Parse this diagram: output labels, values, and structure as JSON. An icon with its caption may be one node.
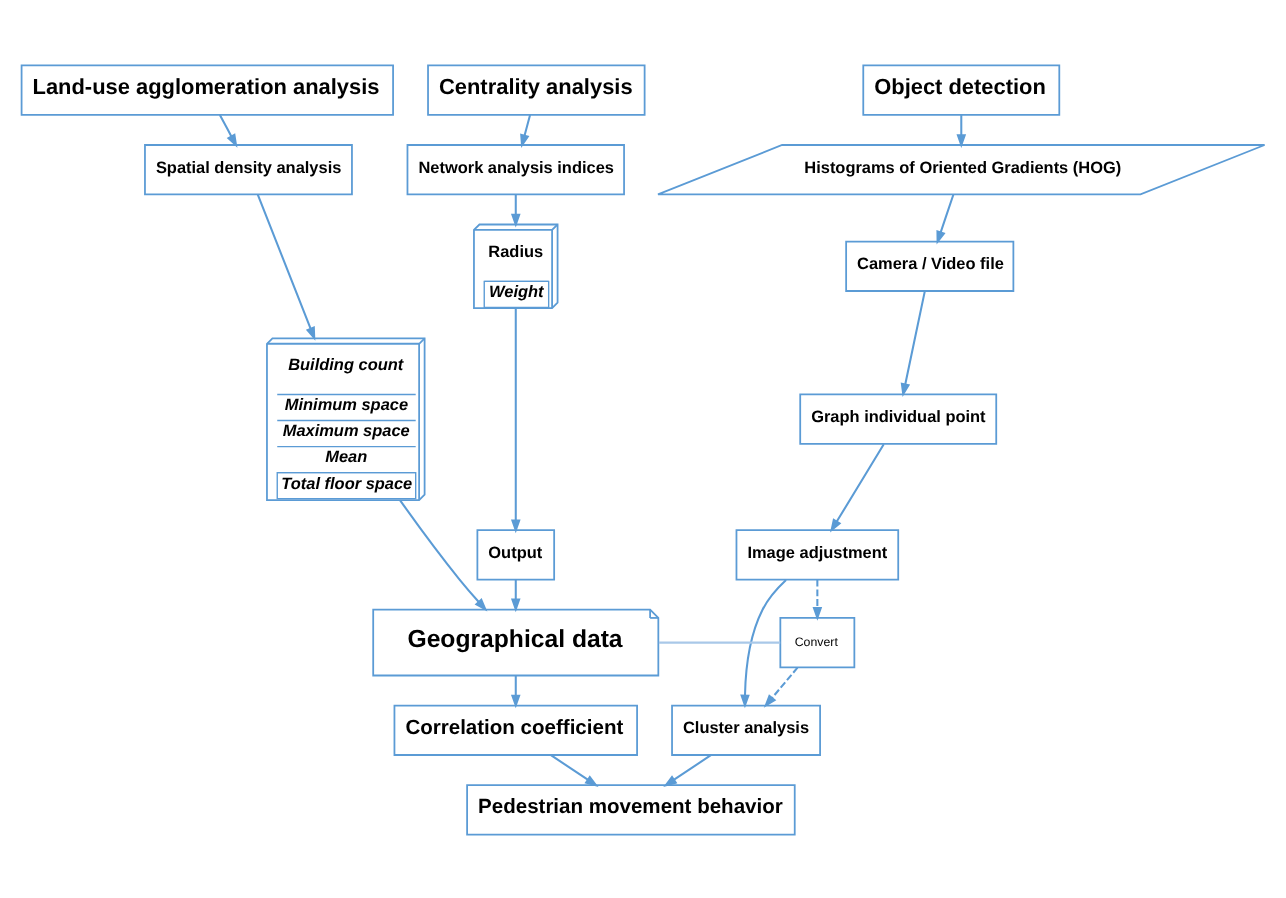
{
  "diagram": {
    "nodes": [
      {
        "text": [
          "Object detection"
        ]
      },
      {
        "text": [
          "Land-use agglomeration analysis"
        ]
      },
      {
        "text": [
          "Centrality analysis"
        ]
      },
      {
        "text": [
          "Histograms of Oriented Gradients (HOG)"
        ]
      },
      {
        "text": [
          "Spatial density analysis"
        ]
      },
      {
        "text": [
          "Network analysis indices"
        ]
      },
      {
        "text": [
          "Building count",
          "Minimum space",
          "Maximum space",
          "Mean",
          "Total floor space"
        ]
      },
      {
        "text": [
          "Radius",
          "Weight"
        ]
      },
      {
        "text": [
          "Camera / Video file"
        ]
      },
      {
        "text": [
          "Graph individual point"
        ]
      },
      {
        "text": [
          "Output"
        ]
      },
      {
        "text": [
          "Image adjustment"
        ]
      },
      {
        "text": [
          "Convert"
        ]
      },
      {
        "text": [
          "Geographical data"
        ]
      },
      {
        "text": [
          "Cluster analysis"
        ]
      },
      {
        "text": [
          "Correlation coefficient"
        ]
      },
      {
        "text": [
          "Pedestrian movement behavior"
        ]
      }
    ],
    "edges": [
      {
        "from": 0,
        "to": 3,
        "arrow": "to"
      },
      {
        "from": 3,
        "to": 8,
        "arrow": "to"
      },
      {
        "from": 8,
        "to": 9,
        "arrow": "to"
      },
      {
        "from": 9,
        "to": 11,
        "arrow": "to"
      },
      {
        "from": 11,
        "to": 14,
        "arrow": "to"
      },
      {
        "from": 11,
        "to": 12,
        "arrow": "to",
        "style": "dashed"
      },
      {
        "from": 12,
        "to": 14,
        "arrow": "to",
        "style": "dashed"
      },
      {
        "from": 13,
        "to": 12,
        "arrow": "none",
        "color": "#a9c8e8"
      },
      {
        "from": 14,
        "to": 16,
        "arrow": "to"
      },
      {
        "from": 1,
        "to": 4,
        "arrow": "to"
      },
      {
        "from": 4,
        "to": 6,
        "arrow": "to"
      },
      {
        "from": 6,
        "to": 13,
        "arrow": "to"
      },
      {
        "from": 13,
        "to": 15,
        "arrow": "to"
      },
      {
        "from": 15,
        "to": 16,
        "arrow": "to"
      },
      {
        "from": 2,
        "to": 5,
        "arrow": "to"
      },
      {
        "from": 5,
        "to": 7,
        "arrow": "to"
      },
      {
        "from": 7,
        "to": 10,
        "arrow": "to"
      },
      {
        "from": 10,
        "to": 13,
        "arrow": "to"
      }
    ]
  }
}
